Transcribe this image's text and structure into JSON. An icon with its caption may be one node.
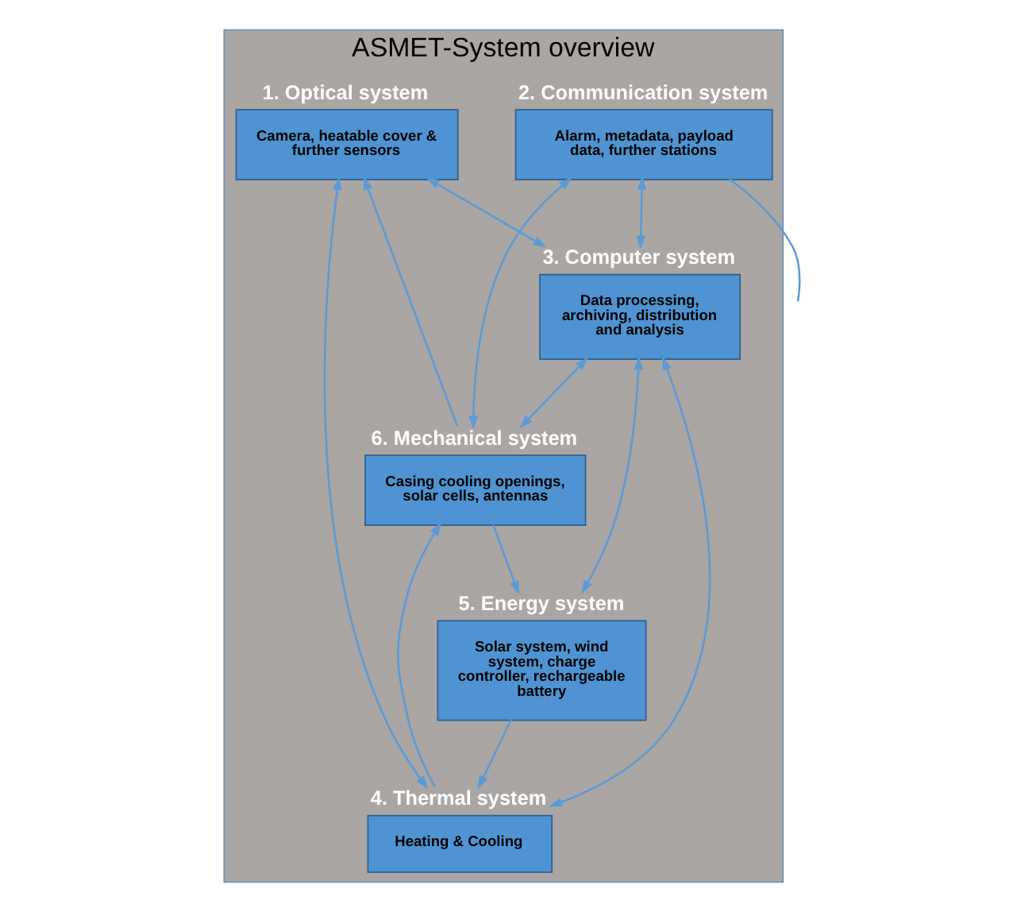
{
  "diagram": {
    "nodes": [
      {
        "text": [
          "ASMET-System overview"
        ]
      },
      {
        "text": [
          "1. Optical system",
          "Camera, heatable cover & further sensors"
        ],
        "in": 0
      },
      {
        "text": [
          "2. Communication system",
          "Alarm, metadata, payload data, further stations"
        ],
        "in": 0
      },
      {
        "text": [
          "3. Computer system",
          "Data processing, archiving, distribution and analysis"
        ],
        "in": 0
      },
      {
        "text": [
          "4. Thermal system",
          "Heating & Cooling"
        ],
        "in": 0
      },
      {
        "text": [
          "5. Energy system",
          "Solar system, wind system, charge controller, rechargeable battery"
        ],
        "in": 0
      },
      {
        "text": [
          "6. Mechanical system",
          "Casing cooling openings, solar cells, antennas"
        ],
        "in": 0
      }
    ],
    "edges": [
      {
        "from": 1,
        "to": 4,
        "arrow": "both"
      },
      {
        "from": 6,
        "to": 1,
        "arrow": "to"
      },
      {
        "from": 1,
        "to": 3,
        "arrow": "both"
      },
      {
        "from": 2,
        "to": 3,
        "arrow": "both"
      },
      {
        "from": 2,
        "to": 6,
        "arrow": "both"
      },
      {
        "from": 2,
        "to": null,
        "arrow": "none"
      },
      {
        "from": 4,
        "to": 3,
        "arrow": "both"
      },
      {
        "from": 4,
        "to": 6,
        "arrow": "to"
      },
      {
        "from": 5,
        "to": 4,
        "arrow": "to"
      },
      {
        "from": 5,
        "to": 3,
        "arrow": "both"
      },
      {
        "from": 3,
        "to": 6,
        "arrow": "both"
      },
      {
        "from": 6,
        "to": 5,
        "arrow": "to"
      }
    ]
  }
}
